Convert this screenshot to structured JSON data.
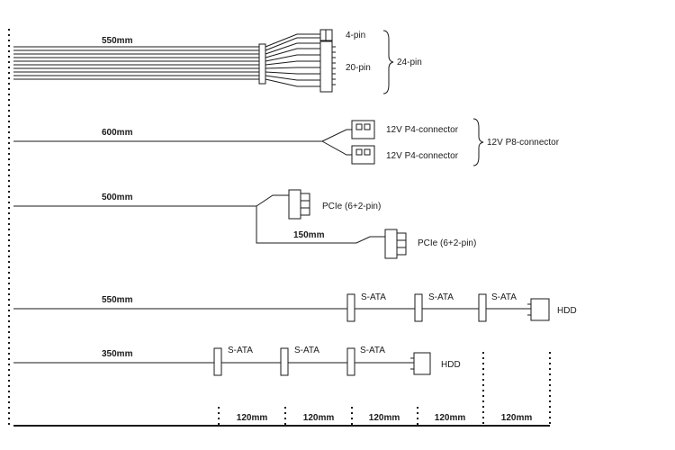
{
  "cables": [
    {
      "id": "atx",
      "length": "550mm",
      "connectors": {
        "pin4": "4-pin",
        "pin20": "20-pin",
        "brace": "24-pin"
      }
    },
    {
      "id": "cpu",
      "length": "600mm",
      "connectors": {
        "p4_a": "12V P4-connector",
        "p4_b": "12V P4-connector",
        "brace": "12V P8-connector"
      }
    },
    {
      "id": "pcie",
      "length": "500mm",
      "branch_length": "150mm",
      "connectors": {
        "first": "PCIe (6+2-pin)",
        "second": "PCIe (6+2-pin)"
      }
    },
    {
      "id": "sata-a",
      "length": "550mm",
      "connectors": [
        "S-ATA",
        "S-ATA",
        "S-ATA",
        "HDD"
      ]
    },
    {
      "id": "sata-b",
      "length": "350mm",
      "connectors": [
        "S-ATA",
        "S-ATA",
        "S-ATA",
        "HDD"
      ]
    }
  ],
  "scale": {
    "segments": [
      "120mm",
      "120mm",
      "120mm",
      "120mm",
      "120mm"
    ]
  }
}
